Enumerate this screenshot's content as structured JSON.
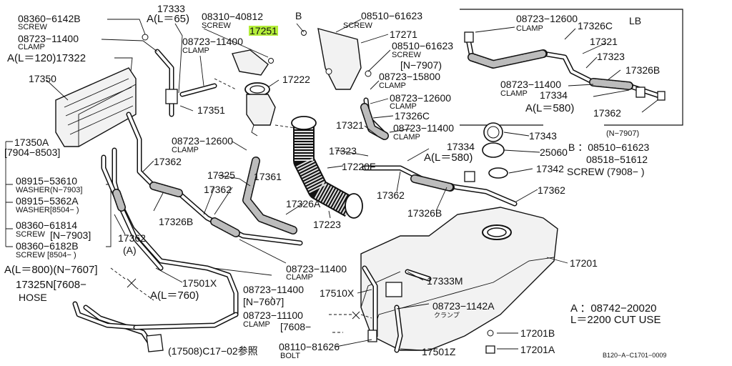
{
  "labels": {
    "l_08360_6142B": "08360−6142B",
    "l_screw_tl": "SCREW",
    "l_08723_11400_a": "08723−11400",
    "l_clamp_a": "CLAMP",
    "l_a_120": "A(L＝120)17322",
    "l_17350": "17350",
    "l_17333": "17333",
    "l_a_65": "A(L＝65)",
    "l_08310_40812": "08310−40812",
    "l_screw_b": "SCREW",
    "l_b_top": "B",
    "l_08723_11400_b": "08723−11400",
    "l_clamp_b": "CLAMP",
    "l_17251": "17251",
    "l_17351": "17351",
    "l_17222": "17222",
    "l_08510_61623_a": "08510−61623",
    "l_screw_c": "SCREW",
    "l_17271": "17271",
    "l_08510_61623_b": "08510−61623",
    "l_screw_n7907": "SCREW",
    "l_n7907_a": "[N−7907)",
    "l_08723_15800": "08723−15800",
    "l_clamp_c": "CLAMP",
    "l_08723_12600_a": "08723−12600",
    "l_clamp_d": "CLAMP",
    "l_17326C_a": "17326C",
    "l_17321_a": "17321",
    "l_08723_11400_c": "08723−11400",
    "l_clamp_e": "CLAMP",
    "l_17334_a": "17334",
    "l_a_580_a": "A(L＝580)",
    "l_17343": "17343",
    "l_n7907_b": "(N−7907)",
    "l_25060": "25060",
    "l_b_legend1": "B ：08510−61623",
    "l_b_legend2": "08518−51612",
    "l_screw_7908": "SCREW (7908−  )",
    "l_17342": "17342",
    "l_17362_r": "17362",
    "l_17350A": "17350A",
    "l_7904_8503": "[7904−8503]",
    "l_08723_12600_b": "08723−12600",
    "l_clamp_f": "CLAMP",
    "l_17362_a": "17362",
    "l_17325": "17325",
    "l_17361": "17361",
    "l_17323_a": "17323",
    "l_17220F": "17220F",
    "l_08915_53610": "08915−53610",
    "l_washer_n7903": "WASHER(N−7903]",
    "l_08915_5362A": "08915−5362A",
    "l_washer_8504": "WASHER[8504−  )",
    "l_17362_b": "17362",
    "l_17326A": "17326A",
    "l_17362_c": "17362",
    "l_17326B_a": "17326B",
    "l_17326B_b": "17326B",
    "l_08360_61814": "08360−61814",
    "l_screw_n7903": "SCREW",
    "l_n7903": "[N−7903]",
    "l_08360_6182B": "08360−6182B",
    "l_screw_8504": "SCREW [8504−  )",
    "l_17362_d": "17362",
    "l_a_paren": "(A)",
    "l_17223": "17223",
    "l_17201": "17201",
    "l_a_800": "A(L＝800)(N−7607]",
    "l_17325N": "17325N[7608−",
    "l_hose": "HOSE",
    "l_08723_11400_d": "08723−11400",
    "l_clamp_g": "CLAMP",
    "l_17501X": "17501X",
    "l_a_760": "A(L＝760)",
    "l_08723_11400_e": "08723−11400",
    "l_n7607": "[N−7607]",
    "l_08723_11100": "08723−11100",
    "l_clamp_h": "CLAMP",
    "l_7608": "[7608−",
    "l_17510X": "17510X",
    "l_17333M": "17333M",
    "l_08723_1142A": "08723−1142A",
    "l_clamp_jp": "クランプ",
    "l_a_code": "A ：08742−20020",
    "l_l_2200": "L＝2200 CUT USE",
    "l_17201B": "17201B",
    "l_17201A": "17201A",
    "l_17508": "(17508)C17−02参照",
    "l_08110_81626": "08110−81626",
    "l_bolt": "BOLT",
    "l_17501Z": "17501Z",
    "l_ref": "B120−A−C1701−0009",
    "l_LB": "LB",
    "l_08723_12600_c": "08723−12600",
    "l_clamp_i": "CLAMP",
    "l_17326C_b": "17326C",
    "l_17321_b": "17321",
    "l_17323_b": "17323",
    "l_17326B_c": "17326B",
    "l_08723_11400_f": "08723−11400",
    "l_clamp_j": "CLAMP",
    "l_17334_b": "17334",
    "l_a_580_b": "A(L＝580)",
    "l_17362_e": "17362"
  }
}
